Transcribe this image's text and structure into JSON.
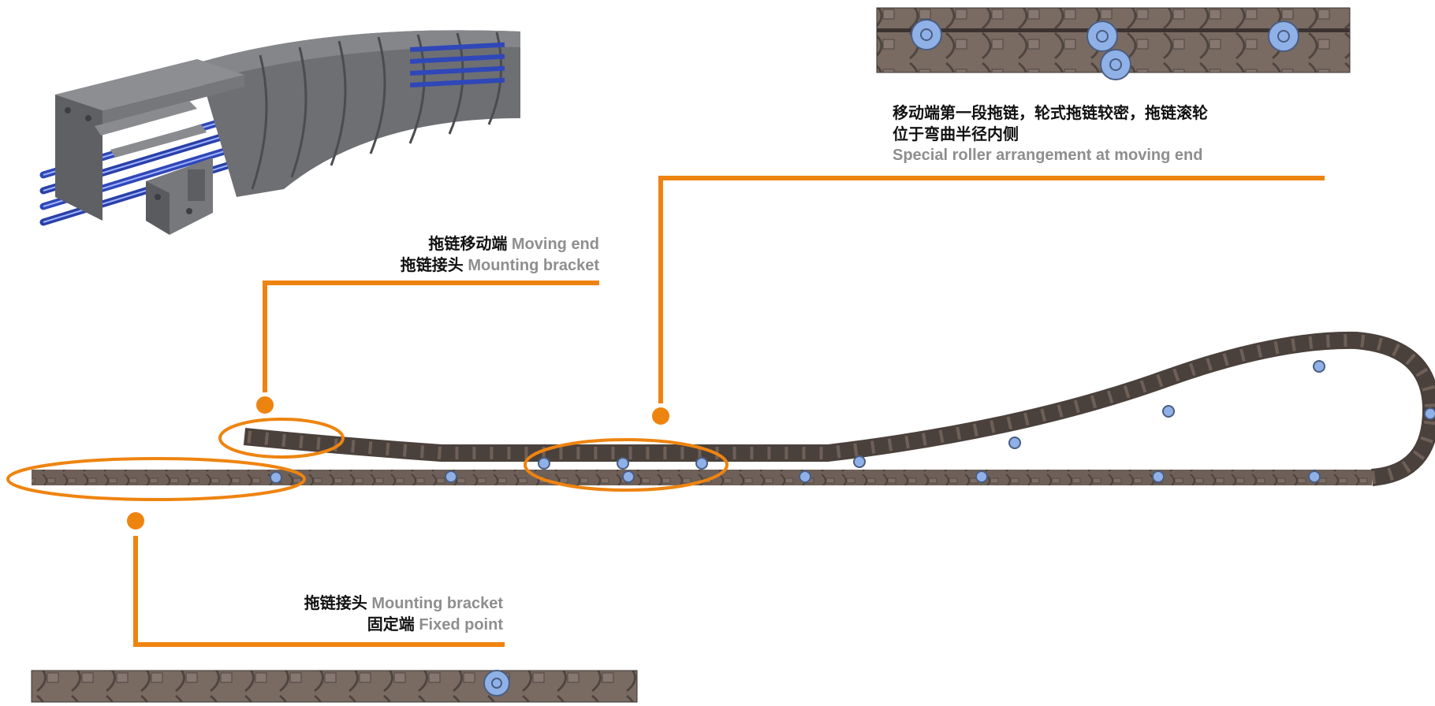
{
  "callouts": {
    "moving_end": {
      "line1_zh": "拖链移动端",
      "line1_en": "Moving end",
      "line2_zh": "拖链接头",
      "line2_en": "Mounting bracket"
    },
    "fixed_end": {
      "line1_zh": "拖链接头",
      "line1_en": "Mounting bracket",
      "line2_zh": "固定端",
      "line2_en": "Fixed point"
    },
    "roller": {
      "line1_zh": "移动端第一段拖链，轮式拖链较密，拖链滚轮",
      "line2_zh": "位于弯曲半径内侧",
      "line3_en": "Special roller arrangement at moving end"
    }
  },
  "colors": {
    "accent": "#ee8410",
    "chain": "#6b5d55",
    "chain_dark": "#4f4540",
    "roller": "#8fb1e8",
    "cable": "#2f47b8",
    "bracket": "#6d6e72"
  }
}
